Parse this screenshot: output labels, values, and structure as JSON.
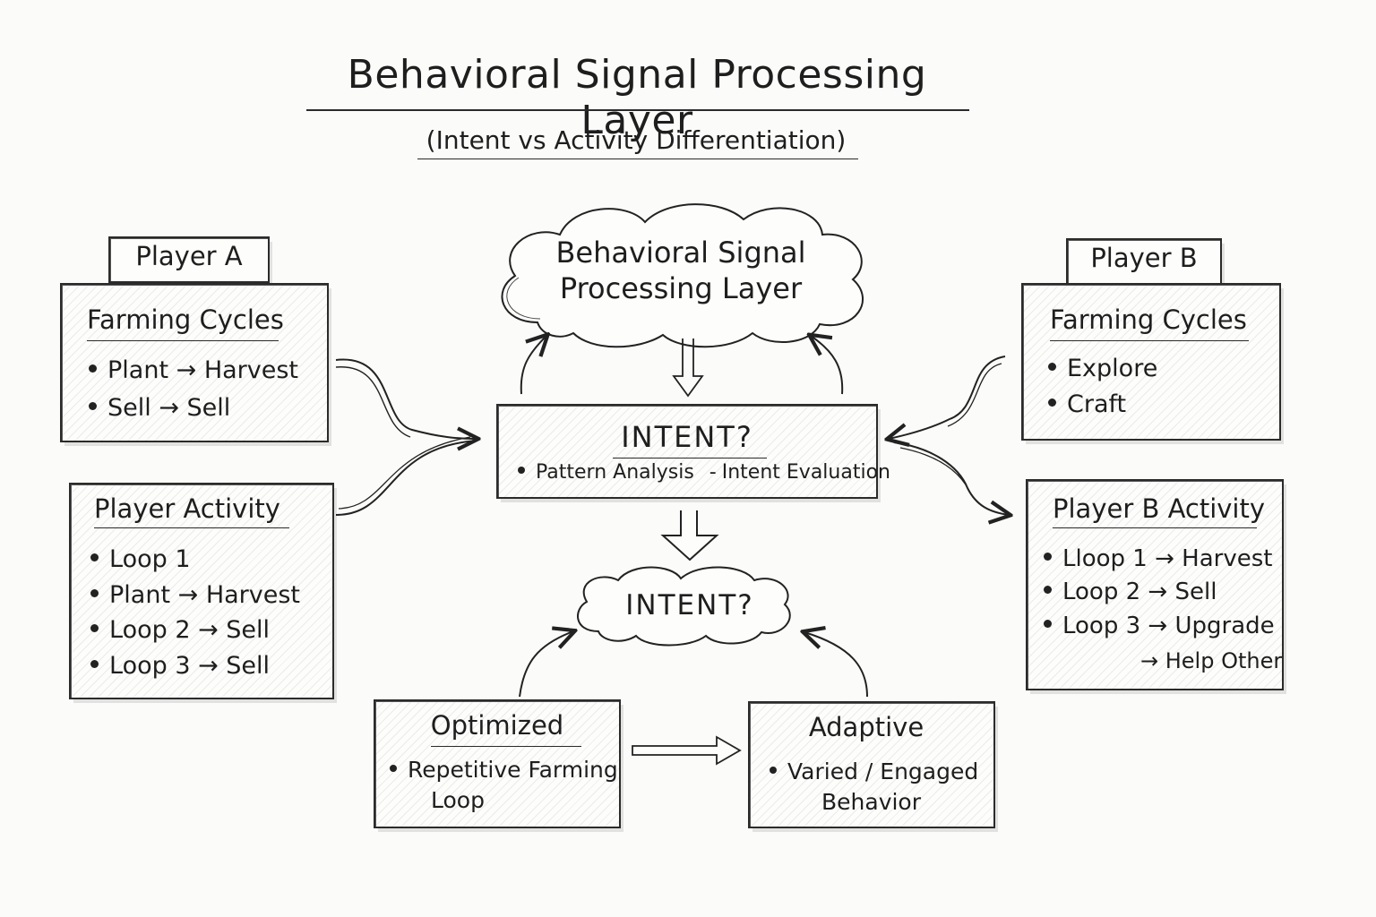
{
  "title": "Behavioral Signal Processing Layer",
  "subtitle": "(Intent vs Activity Differentiation)",
  "player_a": {
    "tag": "Player A",
    "farming": {
      "heading": "Farming Cycles",
      "items": [
        "Plant → Harvest",
        "Sell → Sell"
      ]
    },
    "activity": {
      "heading": "Player Activity",
      "items": [
        "Loop 1",
        "Plant → Harvest",
        "Loop 2 → Sell",
        "Loop 3 → Sell"
      ]
    }
  },
  "player_b": {
    "tag": "Player B",
    "farming": {
      "heading": "Farming Cycles",
      "items": [
        "Explore",
        "Craft"
      ]
    },
    "activity": {
      "heading": "Player B Activity",
      "items": [
        "Lloop 1 → Harvest",
        "Loop 2 → Sell",
        "Loop 3 → Upgrade"
      ],
      "extra": "→ Help Other"
    }
  },
  "cloud_top": {
    "line1": "Behavioral Signal",
    "line2": "Processing Layer"
  },
  "intent_box": {
    "heading": "INTENT?",
    "item1": "Pattern Analysis",
    "item2": "Intent Evaluation"
  },
  "cloud_intent": "INTENT?",
  "optimized": {
    "heading": "Optimized",
    "item_line1": "Repetitive Farming",
    "item_line2": "Loop"
  },
  "adaptive": {
    "heading": "Adaptive",
    "item_line1": "Varied / Engaged",
    "item_line2": "Behavior"
  }
}
